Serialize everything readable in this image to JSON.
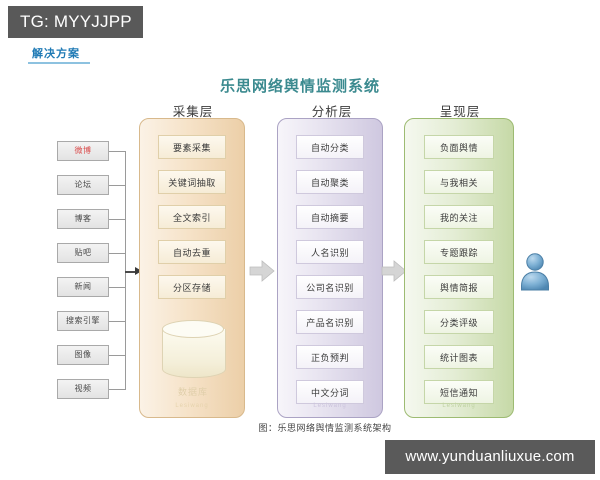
{
  "badge": {
    "text": "TG: MYYJJPP"
  },
  "page": {
    "solution_label": "解决方案",
    "title": "乐思网络舆情监测系统",
    "caption": "图：乐思网络舆情监测系统架构",
    "watermark": "www.yunduanliuxue.com",
    "accent_blue": "#1f7ab5",
    "title_color": "#3b8a8f"
  },
  "sources": {
    "items": [
      {
        "label": "微博",
        "highlight": true
      },
      {
        "label": "论坛",
        "highlight": false
      },
      {
        "label": "博客",
        "highlight": false
      },
      {
        "label": "贴吧",
        "highlight": false
      },
      {
        "label": "新闻",
        "highlight": false
      },
      {
        "label": "搜索引擎",
        "highlight": false
      },
      {
        "label": "图像",
        "highlight": false
      },
      {
        "label": "视频",
        "highlight": false
      }
    ]
  },
  "layers": [
    {
      "header": "采集层",
      "color": "#eccfa8",
      "nodes": [
        "要素采集",
        "关键词抽取",
        "全文索引",
        "自动去重",
        "分区存储"
      ],
      "database_label": "数据库",
      "panel_mark": "Lesiwang"
    },
    {
      "header": "分析层",
      "color": "#cfc8e0",
      "nodes": [
        "自动分类",
        "自动聚类",
        "自动摘要",
        "人名识别",
        "公司名识别",
        "产品名识别",
        "正负预判",
        "中文分词"
      ],
      "panel_mark": "Lesiwang"
    },
    {
      "header": "呈现层",
      "color": "#c6d9a7",
      "nodes": [
        "负面舆情",
        "与我相关",
        "我的关注",
        "专题跟踪",
        "舆情简报",
        "分类评级",
        "统计图表",
        "短信通知"
      ],
      "panel_mark": "Lesiwang"
    }
  ]
}
